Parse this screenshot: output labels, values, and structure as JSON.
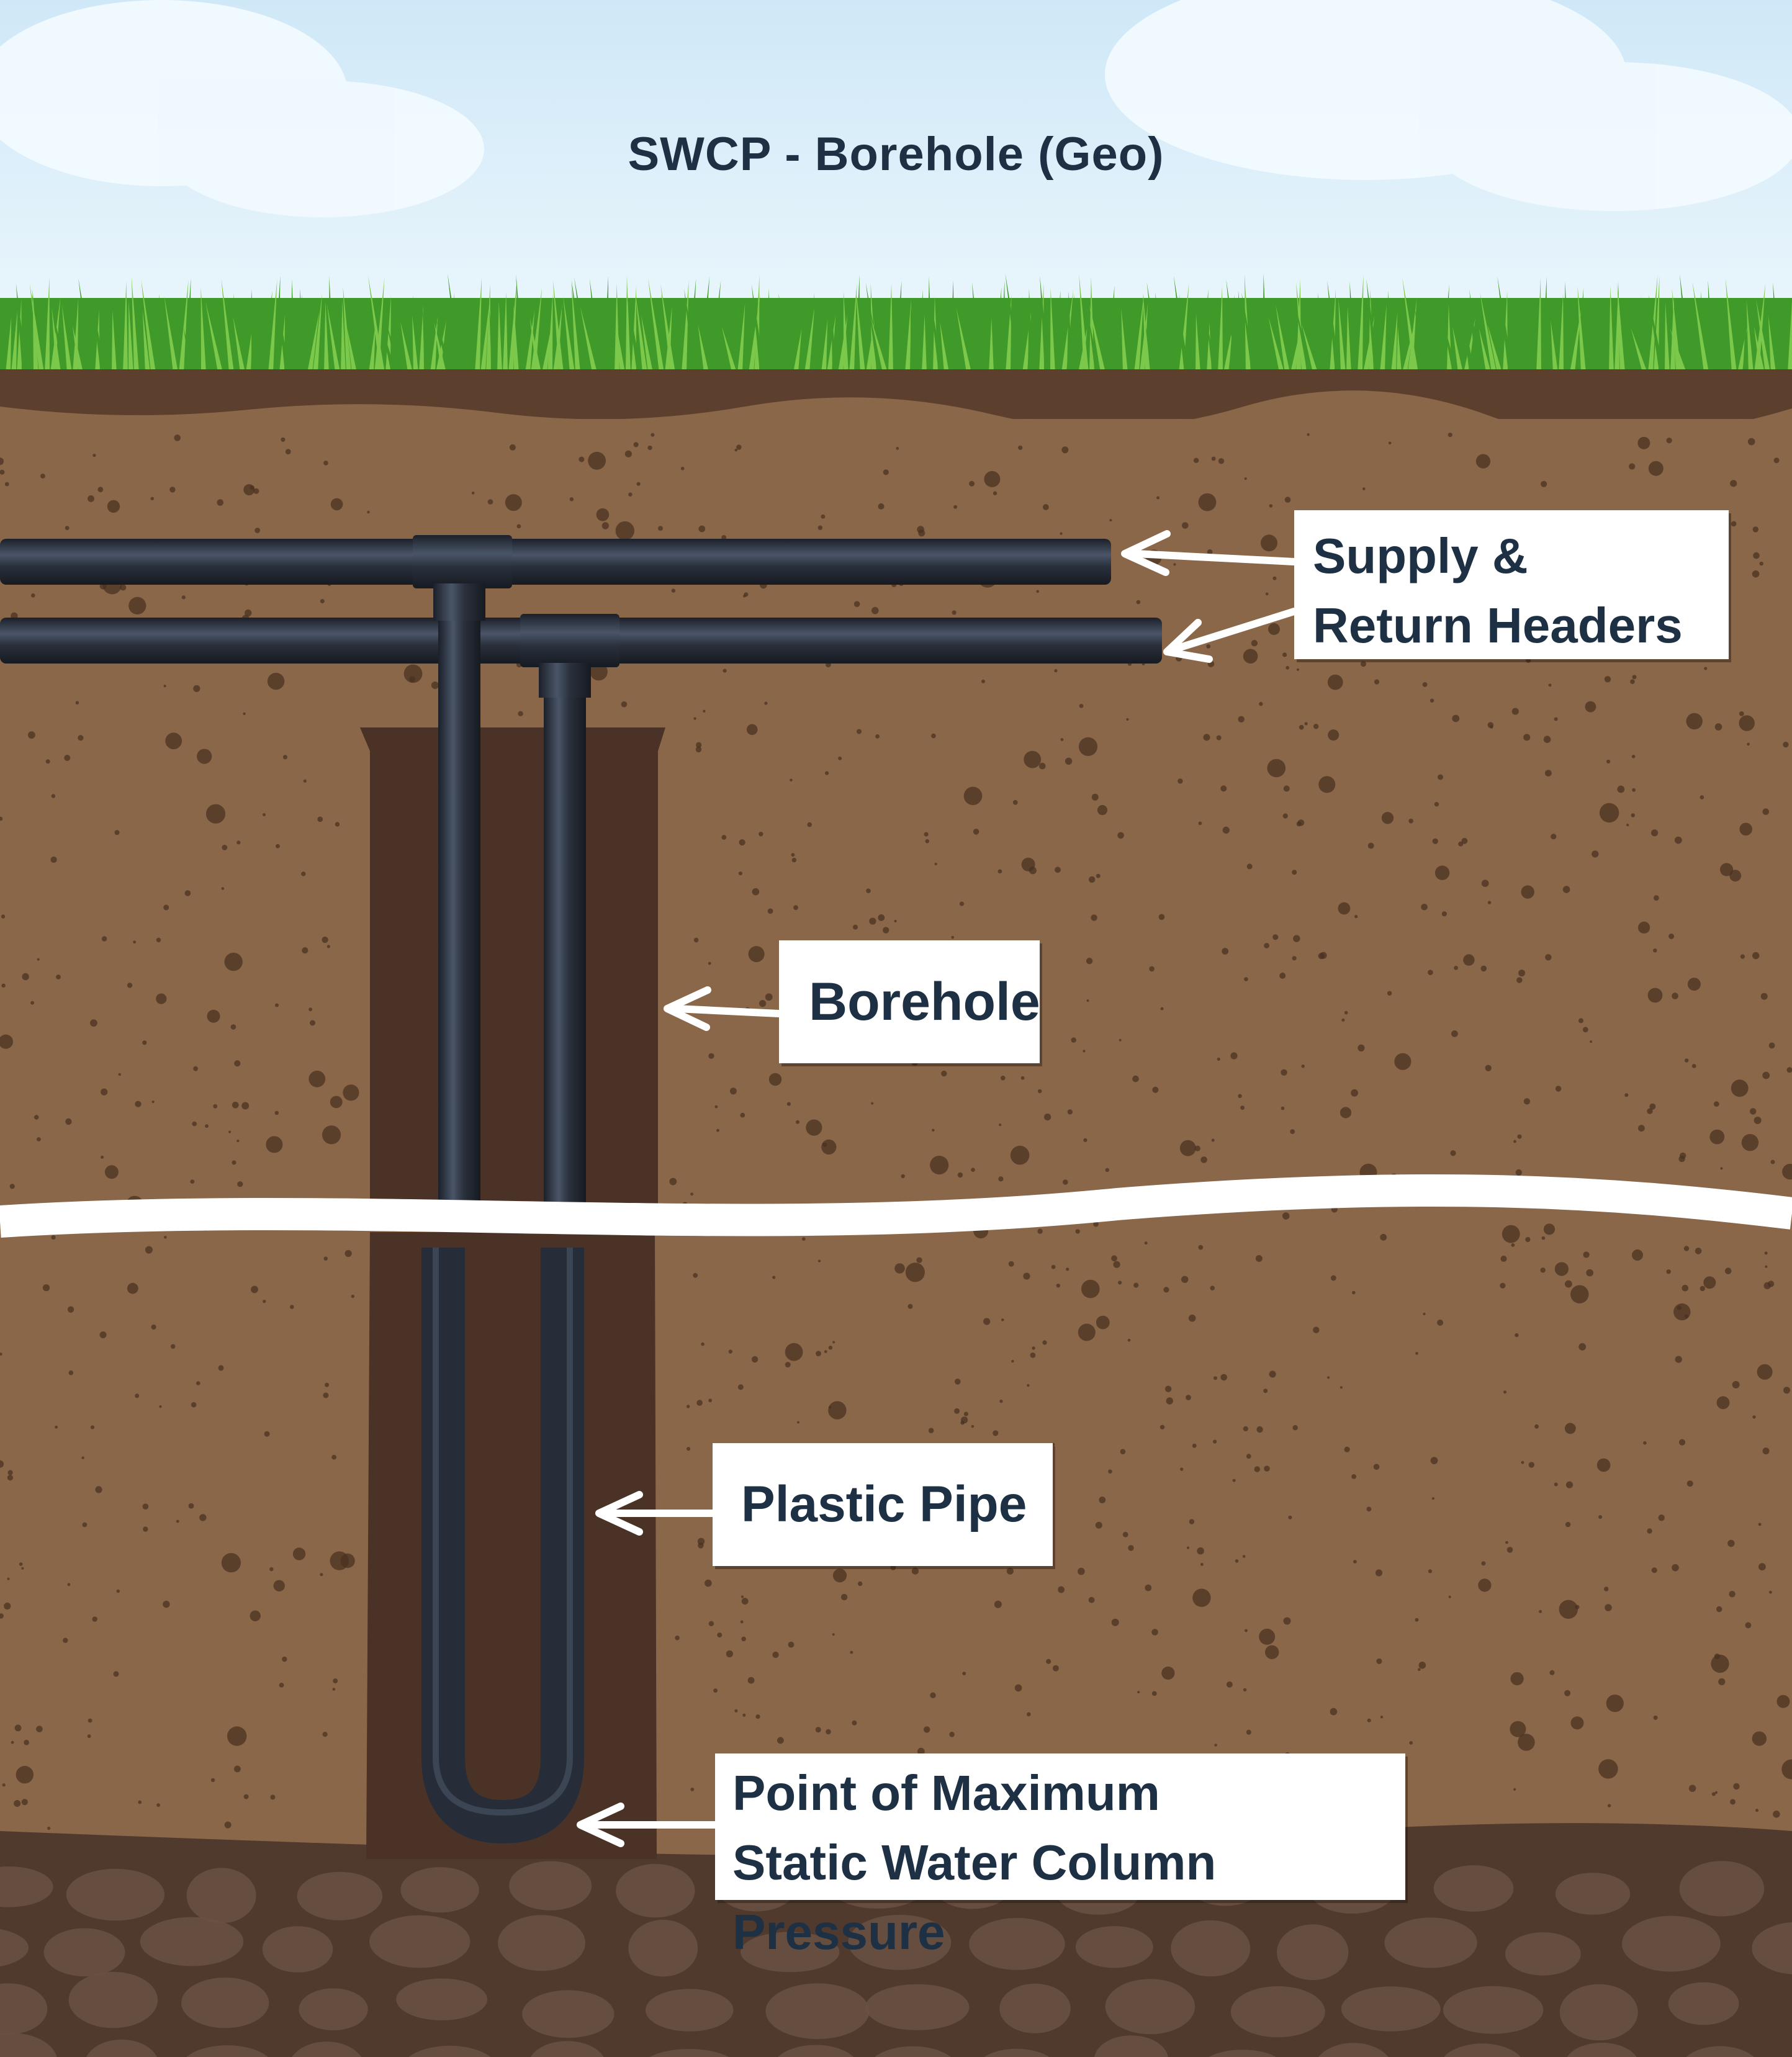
{
  "title": "SWCP - Borehole (Geo)",
  "labels": {
    "headers": {
      "line1": "Supply &",
      "line2": "Return Headers"
    },
    "borehole": "Borehole",
    "pipe": "Plastic Pipe",
    "pressure": {
      "line1": "Point of Maximum",
      "line2": "Static Water Column Pressure"
    }
  },
  "colors": {
    "sky_top": "#d6ecf8",
    "sky_bottom": "#eaf6fc",
    "grass": "#3f9a2a",
    "grass_light": "#7cc84a",
    "topsoil": "#5c3f2c",
    "soil": "#8a6749",
    "soil_speck": "#4a3122",
    "borehole": "#4a3226",
    "pipe": "#262d38",
    "pipe_highlight": "#4a5568",
    "bedrock": "#4f3a2d",
    "stone": "#6a5343",
    "text": "#1e3044",
    "label_bg": "#ffffff"
  }
}
